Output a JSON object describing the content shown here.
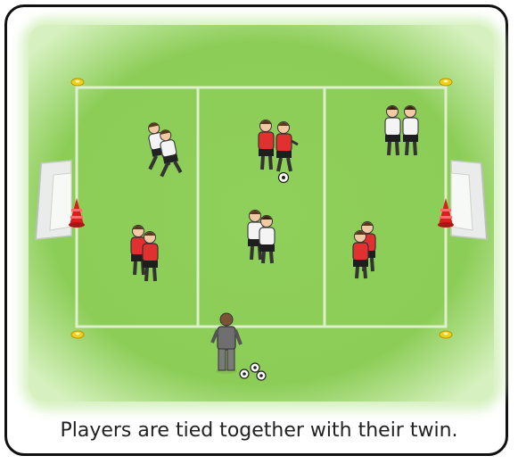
{
  "caption": "Players are tied together with their twin.",
  "colors": {
    "grass": "#8fd05a",
    "grass_light": "#c8ecaa",
    "line": "#e8f3dc",
    "red_kit": "#e03030",
    "white_kit": "#f4f4f4",
    "cone": "#d62020",
    "marker": "#f6d21a",
    "coach": "#6f6f6f"
  },
  "players": {
    "pairs": [
      {
        "team": "white",
        "pose": "running-left"
      },
      {
        "team": "red",
        "pose": "running-right"
      },
      {
        "team": "white",
        "pose": "standing"
      },
      {
        "team": "red",
        "pose": "standing"
      },
      {
        "team": "white",
        "pose": "standing"
      },
      {
        "team": "red",
        "pose": "standing"
      }
    ]
  },
  "equipment": {
    "goals": 2,
    "cones": 2,
    "corner_markers": 4,
    "balls": 4
  }
}
